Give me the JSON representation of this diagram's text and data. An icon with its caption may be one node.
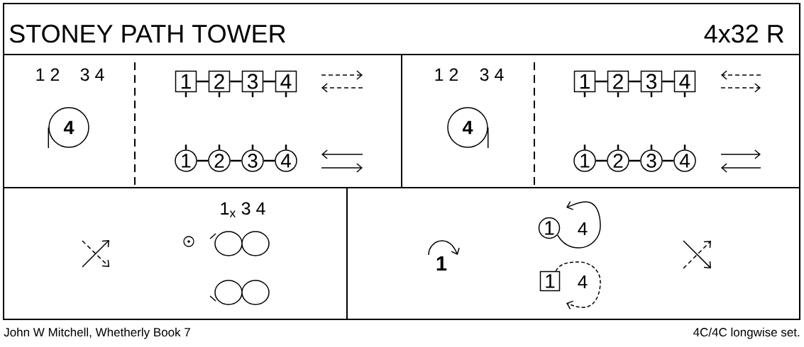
{
  "diagram": {
    "title": "STONEY PATH TOWER",
    "nodes": [
      {
        "text": [
          "4"
        ]
      },
      {
        "text": [
          "1"
        ]
      },
      {
        "text": [
          "2"
        ]
      },
      {
        "text": [
          "3"
        ]
      },
      {
        "text": [
          "4"
        ]
      },
      {
        "text": [
          "1"
        ]
      },
      {
        "text": [
          "2"
        ]
      },
      {
        "text": [
          "3"
        ]
      },
      {
        "text": [
          "4"
        ]
      },
      {
        "text": [
          "4"
        ]
      },
      {
        "text": [
          "1"
        ]
      },
      {
        "text": [
          "2"
        ]
      },
      {
        "text": [
          "3"
        ]
      },
      {
        "text": [
          "4"
        ]
      },
      {
        "text": [
          "1"
        ]
      },
      {
        "text": [
          "2"
        ]
      },
      {
        "text": [
          "3"
        ]
      },
      {
        "text": [
          "4"
        ]
      },
      {
        "text": [
          "1"
        ]
      },
      {
        "text": [
          "1"
        ]
      }
    ],
    "edges": [
      {
        "from": 1,
        "to": 2,
        "arrow": "none"
      },
      {
        "from": 2,
        "to": 3,
        "arrow": "none"
      },
      {
        "from": 3,
        "to": 4,
        "arrow": "none"
      },
      {
        "from": 5,
        "to": 6,
        "arrow": "none"
      },
      {
        "from": 6,
        "to": 7,
        "arrow": "none"
      },
      {
        "from": 7,
        "to": 8,
        "arrow": "none"
      },
      {
        "from": 10,
        "to": 11,
        "arrow": "none"
      },
      {
        "from": 11,
        "to": 12,
        "arrow": "none"
      },
      {
        "from": 12,
        "to": 13,
        "arrow": "none"
      },
      {
        "from": 14,
        "to": 15,
        "arrow": "none"
      },
      {
        "from": 15,
        "to": 16,
        "arrow": "none"
      },
      {
        "from": 16,
        "to": 17,
        "arrow": "none"
      },
      {
        "from": 18,
        "to": null,
        "arrow": "to"
      },
      {
        "from": 19,
        "to": null,
        "arrow": "to",
        "style": "dashed"
      }
    ],
    "labels": [
      "4x32 R",
      "1 2",
      "3 4",
      "1 2",
      "3 4",
      "1$_{x}$ 3 4",
      "1",
      "4",
      "4",
      "John W Mitchell, Whetherly Book 7",
      "4C/4C longwise set."
    ]
  }
}
